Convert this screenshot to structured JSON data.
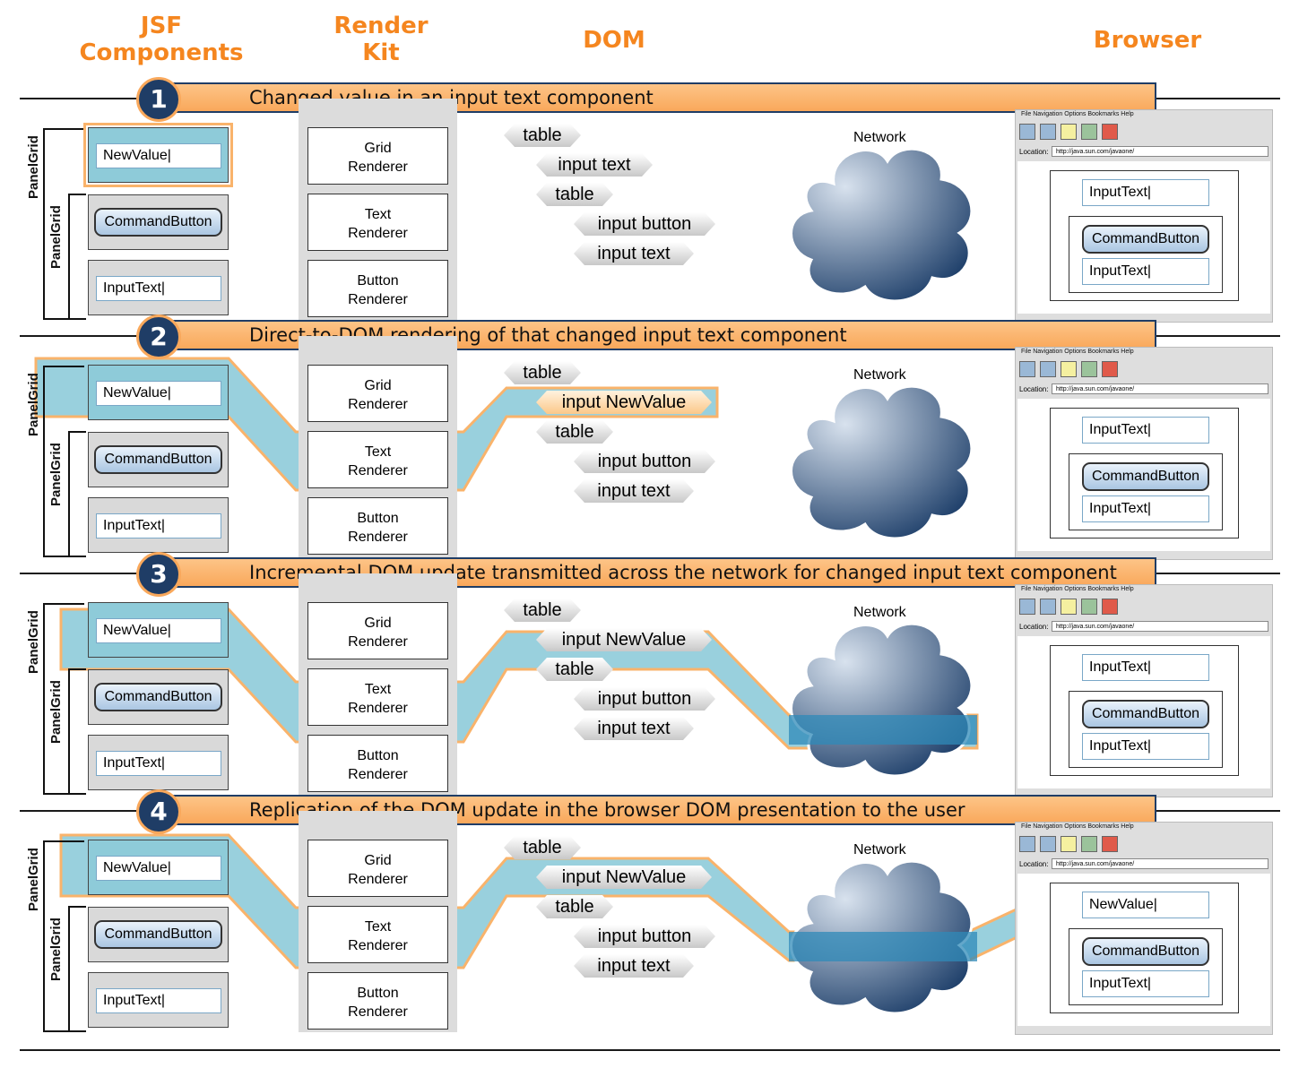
{
  "headers": {
    "jsf": [
      "JSF",
      "Components"
    ],
    "render_kit": [
      "Render",
      "Kit"
    ],
    "dom": "DOM",
    "browser": "Browser"
  },
  "labels": {
    "panel_grid": "PanelGrid",
    "network": "Network",
    "renderers": [
      [
        "Grid",
        "Renderer"
      ],
      [
        "Text",
        "Renderer"
      ],
      [
        "Button",
        "Renderer"
      ]
    ],
    "components": {
      "command_button": "CommandButton",
      "input_text": "InputText",
      "new_value": "NewValue"
    },
    "browser_menu": "File  Navigation  Options  Bookmarks  Help",
    "location_label": "Location:",
    "location_url": "http://java.sun.com/javaone/"
  },
  "colors": {
    "accent_orange": "#f5861f",
    "banner": "#f9a85b",
    "flow_cyan": "#8ecbd9",
    "step_navy": "#1f3d66",
    "cloud_dark": "#1e3f6a"
  },
  "steps": [
    {
      "number": "1",
      "caption": "Changed value in an input text component",
      "flow_stage": 0,
      "top_field": "NewValue",
      "dom_tags": [
        "table",
        "input text",
        "table",
        "input button",
        "input text"
      ],
      "highlighted_tag": -1,
      "browser_fields": [
        "InputText",
        "CommandButton",
        "InputText"
      ]
    },
    {
      "number": "2",
      "caption": "Direct-to-DOM rendering of that changed input text component",
      "flow_stage": 1,
      "top_field": "NewValue",
      "dom_tags": [
        "table",
        "input NewValue",
        "table",
        "input button",
        "input text"
      ],
      "highlighted_tag": 1,
      "browser_fields": [
        "InputText",
        "CommandButton",
        "InputText"
      ]
    },
    {
      "number": "3",
      "caption": "Incremental DOM update transmitted across the network for changed input text component",
      "flow_stage": 2,
      "top_field": "NewValue",
      "dom_tags": [
        "table",
        "input NewValue",
        "table",
        "input button",
        "input text"
      ],
      "highlighted_tag": -1,
      "browser_fields": [
        "InputText",
        "CommandButton",
        "InputText"
      ]
    },
    {
      "number": "4",
      "caption": "Replication of the DOM update in the browser DOM presentation to the user",
      "flow_stage": 3,
      "top_field": "NewValue",
      "dom_tags": [
        "table",
        "input NewValue",
        "table",
        "input button",
        "input text"
      ],
      "highlighted_tag": -1,
      "browser_fields": [
        "NewValue",
        "CommandButton",
        "InputText"
      ]
    }
  ]
}
